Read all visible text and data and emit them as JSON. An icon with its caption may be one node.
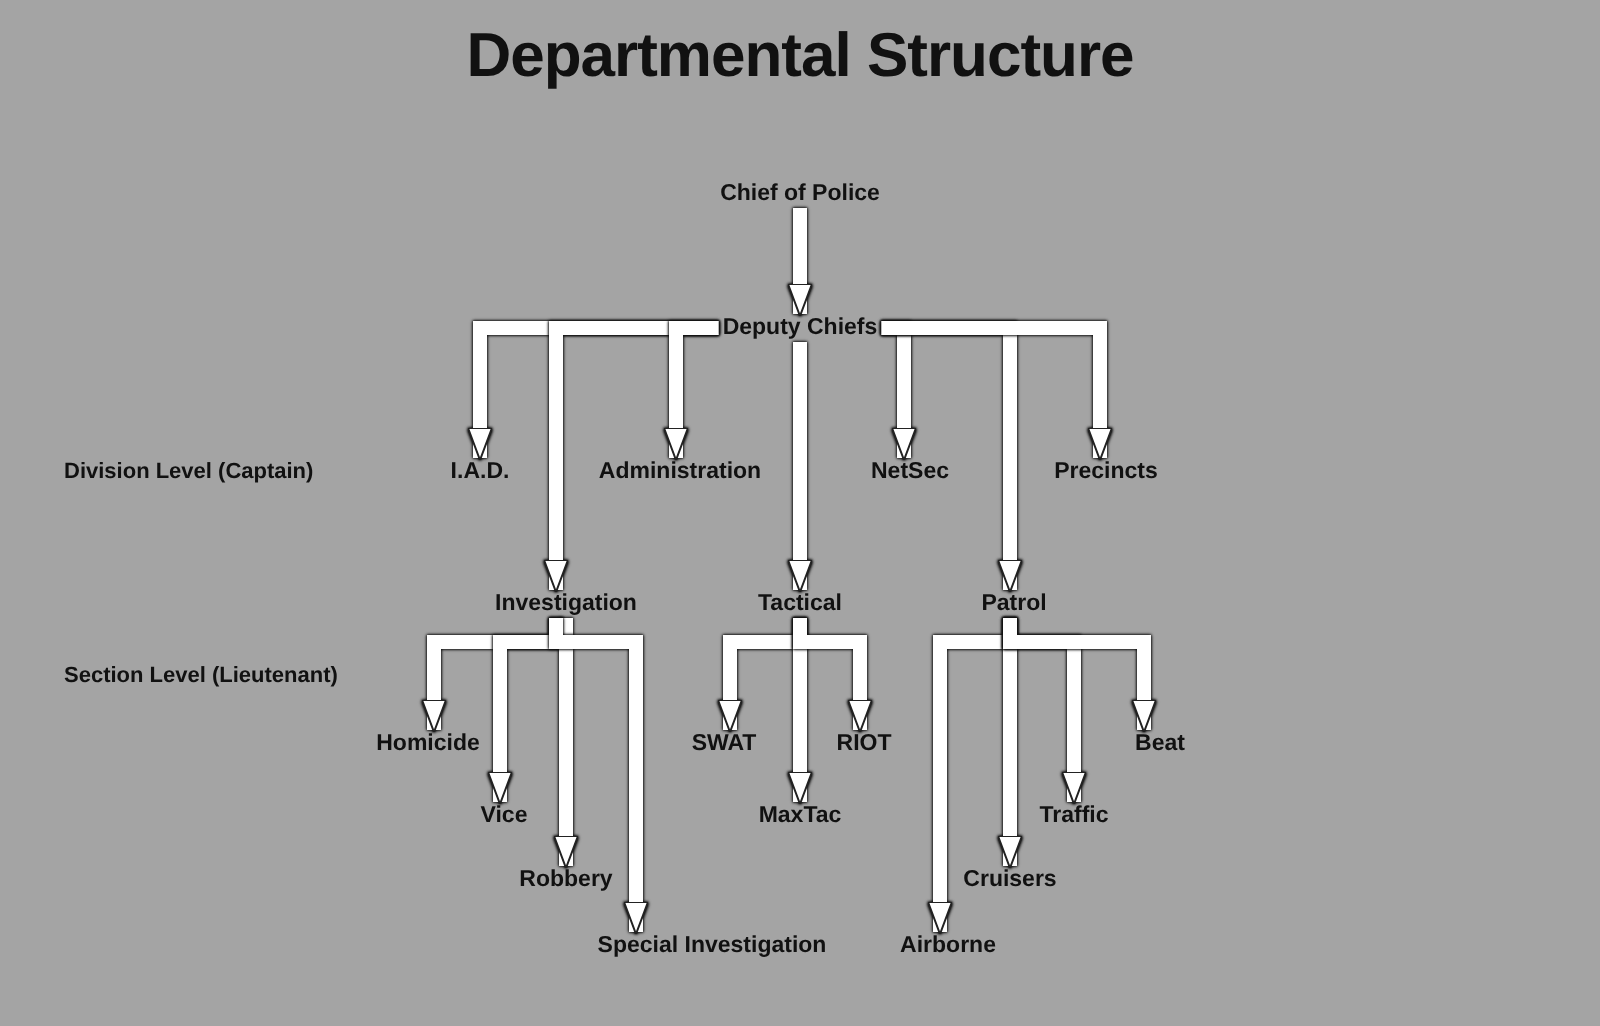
{
  "diagram": {
    "title": "Departmental Structure",
    "nodes": [
      {
        "text": [
          "Chief of Police"
        ]
      },
      {
        "text": [
          "Deputy Chiefs"
        ]
      },
      {
        "text": [
          "I.A.D."
        ]
      },
      {
        "text": [
          "Administration"
        ]
      },
      {
        "text": [
          "NetSec"
        ]
      },
      {
        "text": [
          "Precincts"
        ]
      },
      {
        "text": [
          "Investigation"
        ]
      },
      {
        "text": [
          "Tactical"
        ]
      },
      {
        "text": [
          "Patrol"
        ]
      },
      {
        "text": [
          "Homicide"
        ]
      },
      {
        "text": [
          "Vice"
        ]
      },
      {
        "text": [
          "Robbery"
        ]
      },
      {
        "text": [
          "Special Investigation"
        ]
      },
      {
        "text": [
          "SWAT"
        ]
      },
      {
        "text": [
          "MaxTac"
        ]
      },
      {
        "text": [
          "RIOT"
        ]
      },
      {
        "text": [
          "Airborne"
        ]
      },
      {
        "text": [
          "Cruisers"
        ]
      },
      {
        "text": [
          "Traffic"
        ]
      },
      {
        "text": [
          "Beat"
        ]
      }
    ],
    "edges": [
      {
        "from": 0,
        "to": 1,
        "arrow": "to"
      },
      {
        "from": 1,
        "to": 2,
        "arrow": "to"
      },
      {
        "from": 1,
        "to": 6,
        "arrow": "to"
      },
      {
        "from": 1,
        "to": 3,
        "arrow": "to"
      },
      {
        "from": 1,
        "to": 7,
        "arrow": "to"
      },
      {
        "from": 1,
        "to": 4,
        "arrow": "to"
      },
      {
        "from": 1,
        "to": 8,
        "arrow": "to"
      },
      {
        "from": 1,
        "to": 5,
        "arrow": "to"
      },
      {
        "from": 6,
        "to": 9,
        "arrow": "to"
      },
      {
        "from": 6,
        "to": 10,
        "arrow": "to"
      },
      {
        "from": 6,
        "to": 11,
        "arrow": "to"
      },
      {
        "from": 6,
        "to": 12,
        "arrow": "to"
      },
      {
        "from": 7,
        "to": 13,
        "arrow": "to"
      },
      {
        "from": 7,
        "to": 14,
        "arrow": "to"
      },
      {
        "from": 7,
        "to": 15,
        "arrow": "to"
      },
      {
        "from": 8,
        "to": 16,
        "arrow": "to"
      },
      {
        "from": 8,
        "to": 17,
        "arrow": "to"
      },
      {
        "from": 8,
        "to": 18,
        "arrow": "to"
      },
      {
        "from": 8,
        "to": 19,
        "arrow": "to"
      }
    ],
    "labels": [
      "Division Level (Captain)",
      "Section Level (Lieutenant)"
    ]
  }
}
